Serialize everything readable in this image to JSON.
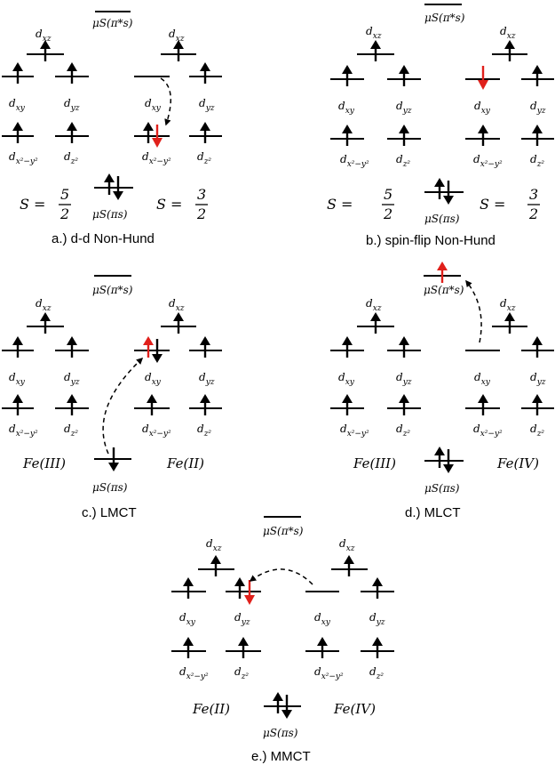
{
  "labels": {
    "mu_pi_star": "μS(π*s)",
    "mu_pi": "μS(πs)",
    "dxz": "d",
    "dxz_sub": "xz",
    "dxy": "d",
    "dxy_sub": "xy",
    "dyz": "d",
    "dyz_sub": "yz",
    "dx2y2": "d",
    "dx2y2_sub": "x²−y²",
    "dz2": "d",
    "dz2_sub": "z²",
    "fe3": "Fe(III)",
    "fe2": "Fe(II)",
    "fe4": "Fe(IV)"
  },
  "panels": {
    "a": {
      "caption": "a.) d-d Non-Hund",
      "s_left_label": "S =",
      "s_left_num": "5",
      "s_left_den": "2",
      "s_right_label": "S =",
      "s_right_num": "3",
      "s_right_den": "2"
    },
    "b": {
      "caption": "b.) spin-flip Non-Hund",
      "s_left_label": "S =",
      "s_left_num": "5",
      "s_left_den": "2",
      "s_right_label": "S =",
      "s_right_num": "3",
      "s_right_den": "2"
    },
    "c": {
      "caption": "c.) LMCT"
    },
    "d": {
      "caption": "d.) MLCT"
    },
    "e": {
      "caption": "e.) MMCT"
    }
  },
  "colors": {
    "spin": "#000000",
    "excited_spin": "#e0201b"
  }
}
